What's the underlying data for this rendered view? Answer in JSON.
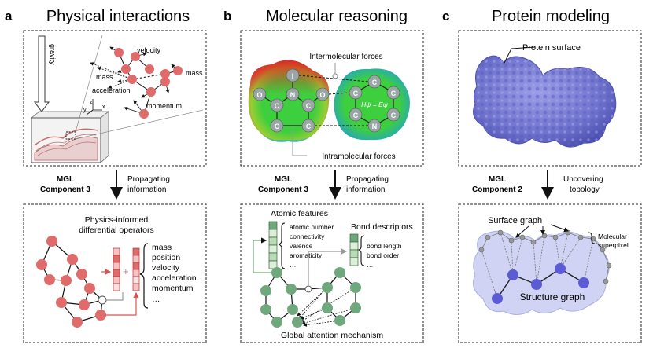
{
  "panels": [
    {
      "letter": "a",
      "title": "Physical interactions",
      "top_labels": {
        "gravity": "gravity",
        "velocity": "velocity",
        "mass_left": "mass",
        "mass_right": "mass",
        "acceleration": "acceleration",
        "momentum": "momentum",
        "axis_x": "x",
        "axis_y": "y",
        "axis_z": "z"
      },
      "component": [
        "MGL",
        "Component 3"
      ],
      "arrow_label": [
        "Propagating",
        "information"
      ],
      "bottom_title": [
        "Physics-informed",
        "differential operators"
      ],
      "bottom_list": [
        "mass",
        "position",
        "velocity",
        "acceleration",
        "momentum",
        "…"
      ],
      "plus": "+"
    },
    {
      "letter": "b",
      "title": "Molecular reasoning",
      "top_labels": {
        "intermolecular": "Intermolecular forces",
        "intramolecular": "Intramolecular forces",
        "equation": "Hψ = Eψ"
      },
      "atoms_left": [
        "I",
        "O",
        "N",
        "O",
        "C",
        "C",
        "C",
        "C"
      ],
      "atoms_right": [
        "C",
        "C",
        "C",
        "C",
        "C",
        "N"
      ],
      "component": [
        "MGL",
        "Component 3"
      ],
      "arrow_label": [
        "Propagating",
        "information"
      ],
      "atomic_features_title": "Atomic features",
      "atomic_features": [
        "atomic number",
        "connectivity",
        "valence",
        "aromaticity",
        "…"
      ],
      "bond_title": "Bond descriptors",
      "bond_features": [
        "bond length",
        "bond order",
        "…"
      ],
      "global_attention": "Global attention mechanism"
    },
    {
      "letter": "c",
      "title": "Protein modeling",
      "top_labels": {
        "surface": "Protein surface"
      },
      "component": [
        "MGL",
        "Component 2"
      ],
      "arrow_label": [
        "Uncovering",
        "topology"
      ],
      "surface_graph": "Surface graph",
      "structure_graph": "Structure graph",
      "superpixel": [
        "Molecular",
        "superpixel"
      ]
    }
  ],
  "colors": {
    "node_red": "#e06b6b",
    "node_green": "#6fa87c",
    "node_blue": "#5b5bd6",
    "protein": "#7c7fd4",
    "accent_red": "#d9534f"
  }
}
